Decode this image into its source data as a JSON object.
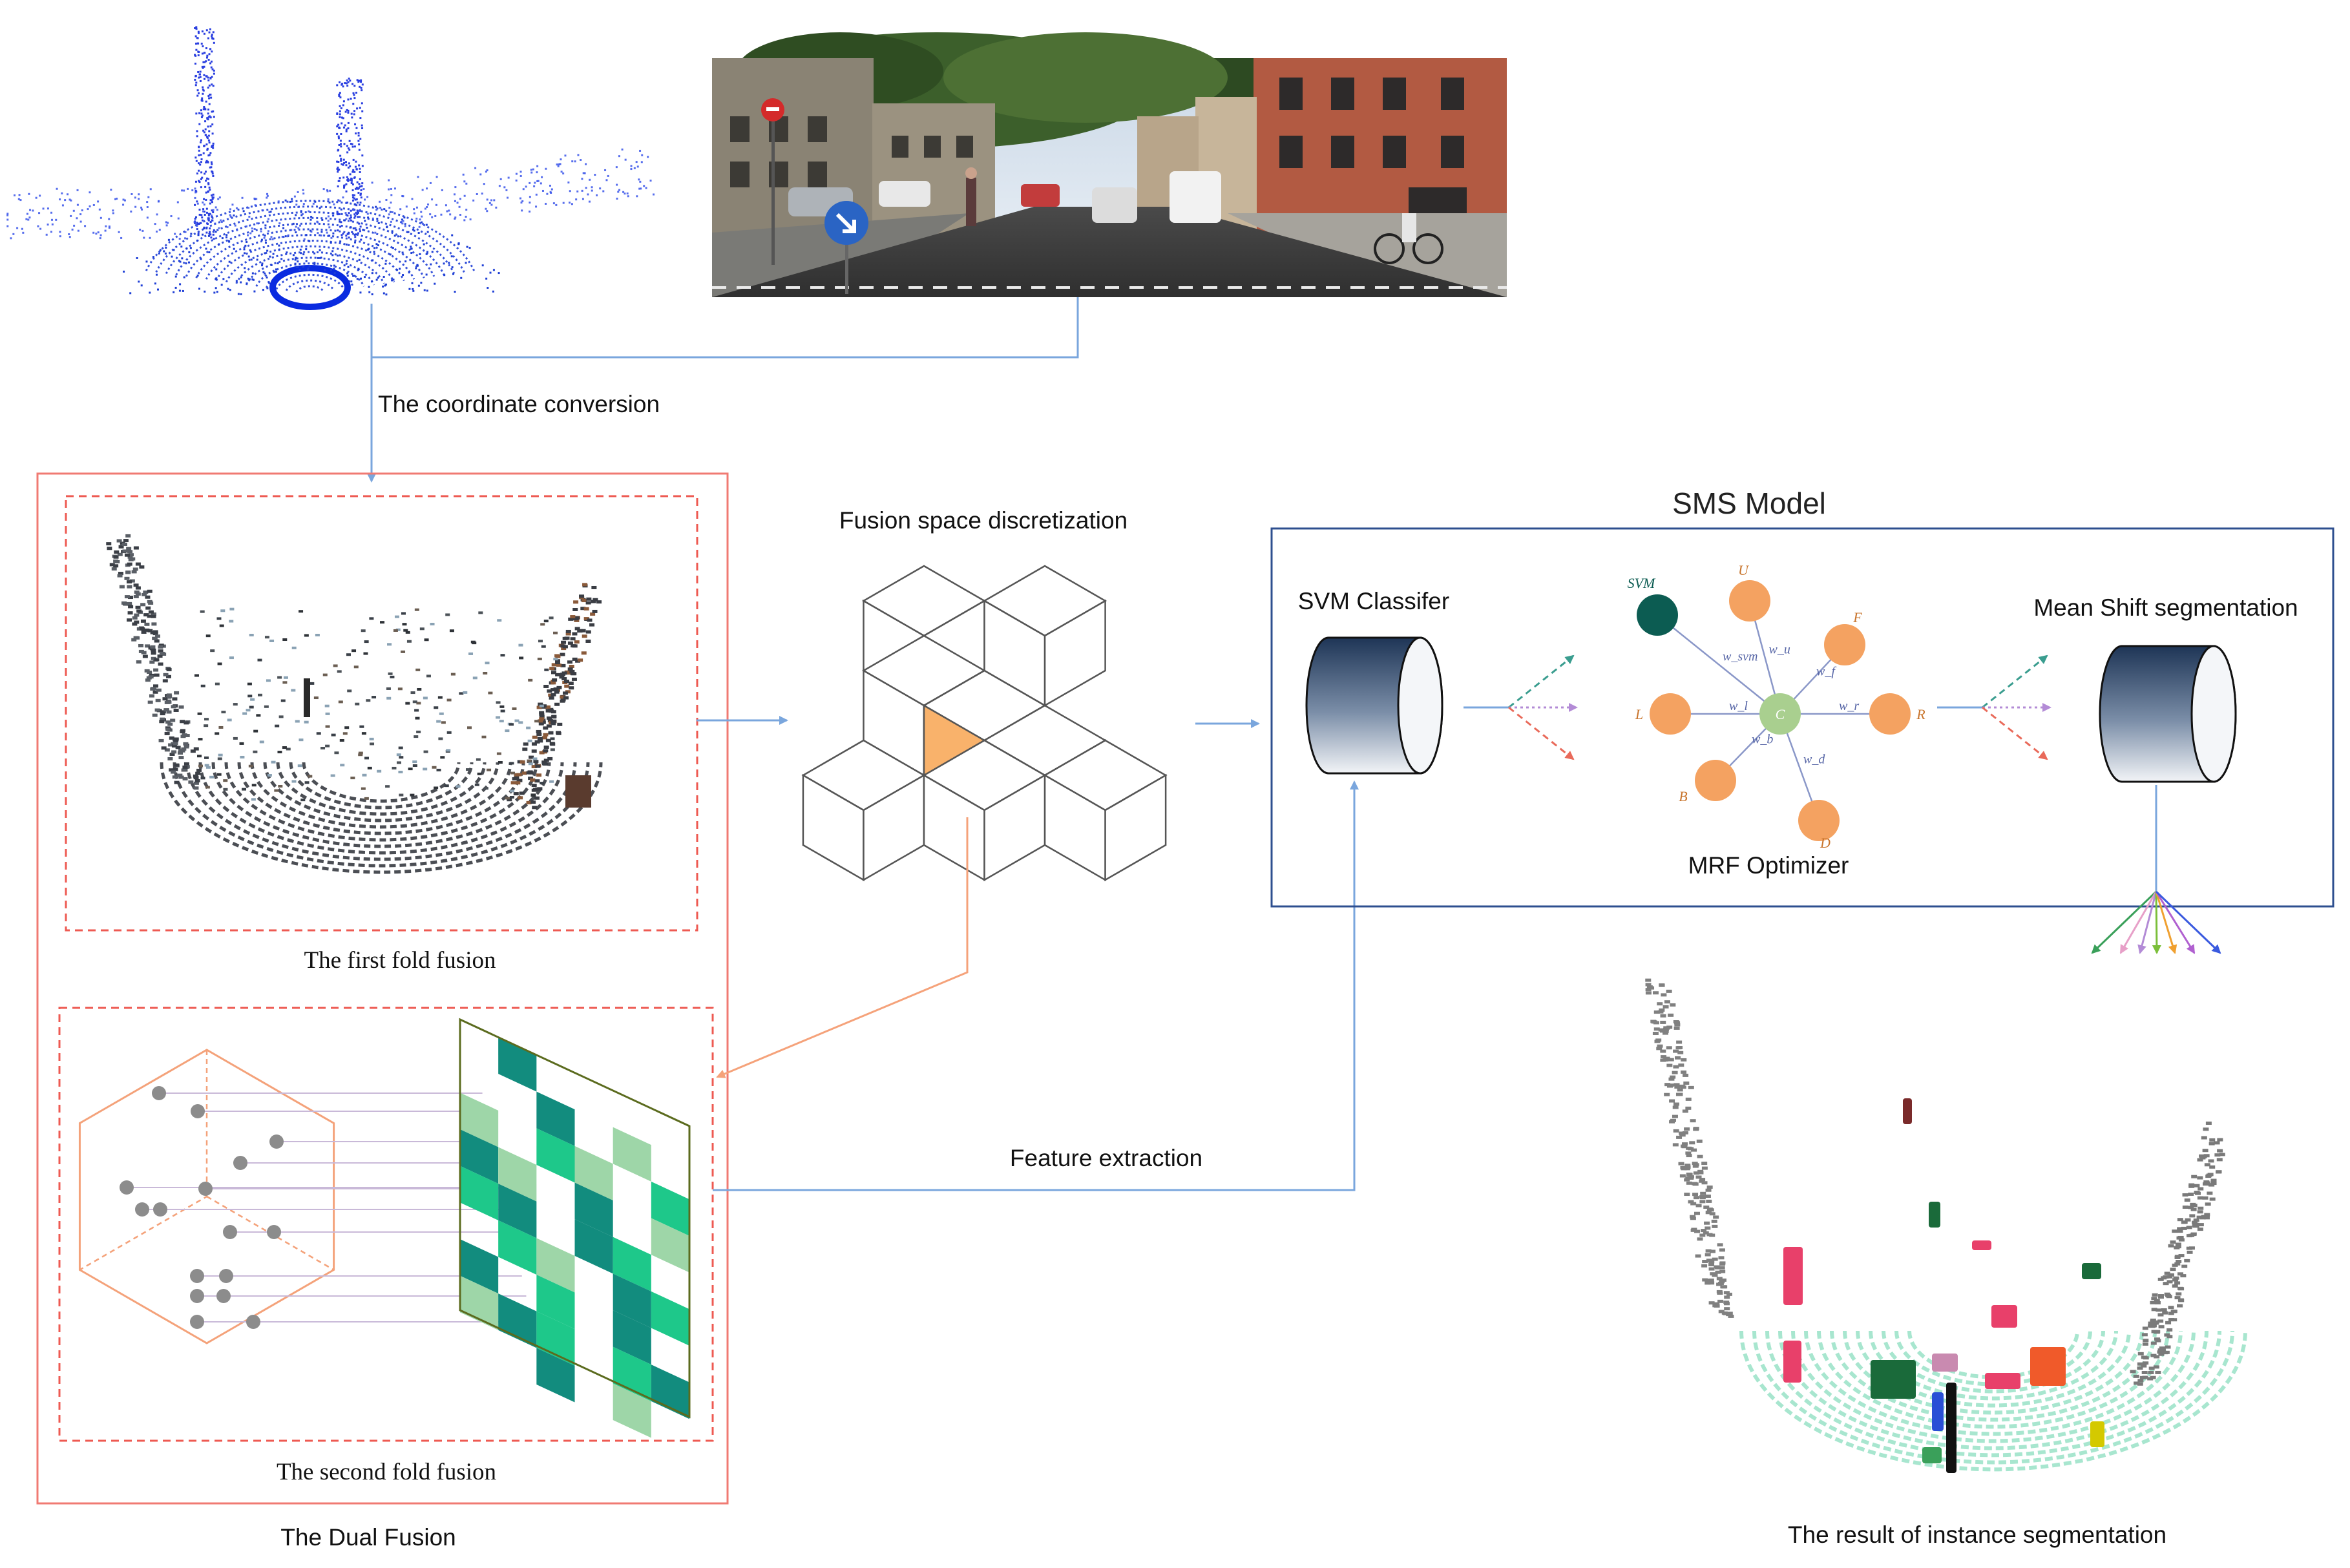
{
  "labels": {
    "coordinate_conversion": "The coordinate conversion",
    "fusion_space": "Fusion space discretization",
    "sms_model": "SMS Model",
    "svm_classifier": "SVM Classifer",
    "mrf_optimizer": "MRF Optimizer",
    "mean_shift": "Mean Shift segmentation",
    "feature_extraction": "Feature extraction",
    "first_fold": "The first fold fusion",
    "second_fold": "The second fold fusion",
    "dual_fusion": "The Dual Fusion",
    "result": "The result of instance segmentation"
  },
  "mrf_nodes": {
    "svm": "SVM",
    "u": "U",
    "f": "F",
    "r": "R",
    "d": "D",
    "b": "B",
    "l": "L",
    "c": "C"
  },
  "mrf_weights": {
    "svm": "w_svm",
    "u": "w_u",
    "f": "w_f",
    "r": "w_r",
    "d": "w_d",
    "b": "w_b",
    "l": "w_l"
  },
  "colors": {
    "frame_red": "#f07a72",
    "dashed_red": "#ee5a52",
    "sms_frame_blue": "#2e4f8f",
    "arrow_blue": "#7aa6dd",
    "highlight_orange": "#f9b26b",
    "mrf_node_orange": "#f4a261",
    "mrf_center_green": "#a9cf8f",
    "svm_node_teal": "#0c5c52",
    "grid_dark_teal": "#128c7e",
    "grid_green": "#1ec88a",
    "grid_light_green": "#9ed6a8",
    "hex_orange": "#f4a27a",
    "result_mint": "#a8e6cf",
    "result_grey": "#808080"
  },
  "icons": [
    "lidar-scan",
    "street-camera-image",
    "cylinder-classifier",
    "cylinder-segmenter",
    "voxel-cubes",
    "hexagon-points",
    "feature-grid"
  ]
}
